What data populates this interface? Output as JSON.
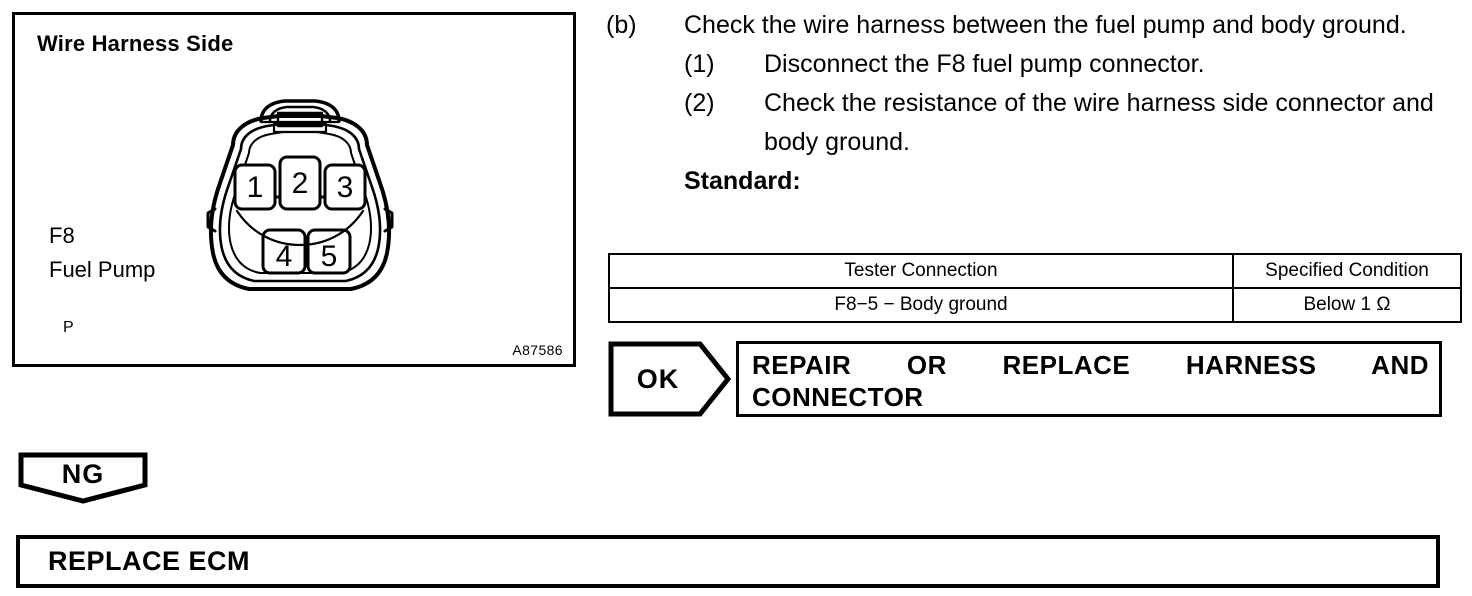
{
  "figure": {
    "title": "Wire Harness Side",
    "connector_id": "F8",
    "connector_name": "Fuel Pump",
    "polarity_mark": "P",
    "figure_code": "A87586",
    "connector": {
      "type": "5-pin-female-connector",
      "pin_rows": [
        [
          "1",
          "2",
          "3"
        ],
        [
          "4",
          "5"
        ]
      ]
    }
  },
  "procedure": {
    "steps": [
      {
        "marker": "(b)",
        "text": "Check the wire harness between the fuel pump and body ground.",
        "substeps": [
          {
            "marker": "(1)",
            "text": "Disconnect the F8 fuel pump connector."
          },
          {
            "marker": "(2)",
            "text": "Check the resistance of the wire harness side connector and body ground."
          }
        ]
      }
    ],
    "standard_label": "Standard:"
  },
  "standard_table": {
    "headers": [
      "Tester Connection",
      "Specified Condition"
    ],
    "rows": [
      [
        "F8−5 − Body ground",
        "Below 1 Ω"
      ]
    ]
  },
  "branches": {
    "ok": {
      "badge": "OK",
      "action_line_1": "REPAIR OR REPLACE HARNESS AND",
      "action_line_2": "CONNECTOR"
    },
    "ng": {
      "badge": "NG",
      "action": "REPLACE ECM"
    }
  }
}
